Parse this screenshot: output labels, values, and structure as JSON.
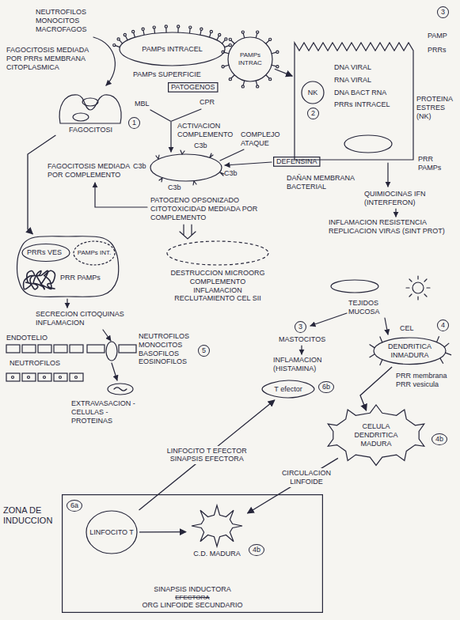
{
  "diagram": {
    "nodes": [
      {
        "text": [
          "PAMPs INTRACEL"
        ]
      },
      {
        "text": [
          "PAMPs INTRAC"
        ]
      },
      {
        "text": [
          "PATOGENOS"
        ]
      },
      {
        "text": [
          "FAGOCITOSI"
        ]
      },
      {
        "text": [
          "DNA VIRAL",
          "RNA VIRAL",
          "DNA BACT RNA",
          "PRRs INTRACEL"
        ]
      },
      {
        "text": [
          "NK"
        ],
        "in": 4
      },
      {
        "text": [
          "DEFENSINA"
        ]
      },
      {
        "text": [
          "PRRs VES",
          "PRR PAMPs"
        ]
      },
      {
        "text": [
          "PAMPs INT."
        ],
        "in": 7
      },
      {
        "text": [
          "DESTRUCCION MICROORG COMPLEMENTO INFLAMACION RECLUTAMIENTO CEL SII"
        ]
      },
      {
        "text": [
          "DENDRITICA INMADURA"
        ]
      },
      {
        "text": [
          "T efector"
        ]
      },
      {
        "text": [
          "CELULA DENDRITICA MADURA"
        ]
      },
      {
        "text": [
          "ZONA DE INDUCCION",
          "SINAPSIS INDUCTORA",
          "EFECTORA",
          "ORG LINFOIDE SECUNDARIO"
        ]
      },
      {
        "text": [
          "LINFOCITO T"
        ],
        "in": 13
      },
      {
        "text": [
          "C.D. MADURA"
        ],
        "in": 13
      }
    ],
    "edges": [
      {
        "from": 1,
        "to": 4,
        "arrow": "to"
      },
      {
        "from": 3,
        "to": 7,
        "arrow": "to"
      },
      {
        "from": 10,
        "to": 12,
        "arrow": "to"
      },
      {
        "from": 12,
        "to": 15,
        "arrow": "to",
        "label": "CIRCULACION LINFOIDE"
      },
      {
        "from": 14,
        "to": 11,
        "arrow": "to",
        "label": "LINFOCITO T EFECTOR SINAPSIS EFECTORA"
      },
      {
        "from": 14,
        "to": 15,
        "arrow": "to"
      }
    ],
    "labels": [
      "3",
      "NEUTROFILOS MONOCITOS MACROFAGOS",
      "FAGOCITOSIS MEDIADA POR PRRs MEMBRANA CITOPLASMICA",
      "PAMPs SUPERFICIE",
      "1",
      "MBL",
      "CPR",
      "ACTIVACION COMPLEMENTO",
      "COMPLEJO ATAQUE",
      "C3b",
      "C3b",
      "C3b",
      "C3b",
      "FAGOCITOSIS MEDIADA POR COMPLEMENTO",
      "PATOGENO OPSONIZADO CITOTOXICIDAD MEDIADA POR COMPLEMENTO",
      "DAÑAN MEMBRANA BACTERIAL",
      "PAMP",
      "PRRs",
      "2",
      "PROTEINA ESTRES (NK)",
      "PRR PAMPs",
      "QUIMIOCINAS IFN (INTERFERON)",
      "INFLAMACION RESISTENCIA REPLICACION VIRAS (SINT PROT)",
      "SECRECION CITOQUINAS INFLAMACION",
      "ENDOTELIO",
      "NEUTROFILOS",
      "NEUTROFILOS MONOCITOS BASOFILOS EOSINOFILOS",
      "5",
      "EXTRAVASACION -CELULAS -PROTEINAS",
      "TEJIDOS MUCOSA",
      "3",
      "MASTOCITOS",
      "INFLAMACION (HISTAMINA)",
      "CEL",
      "4",
      "PRR membrana PRR vesicula",
      "6b",
      "4b",
      "6a",
      "4b"
    ]
  }
}
